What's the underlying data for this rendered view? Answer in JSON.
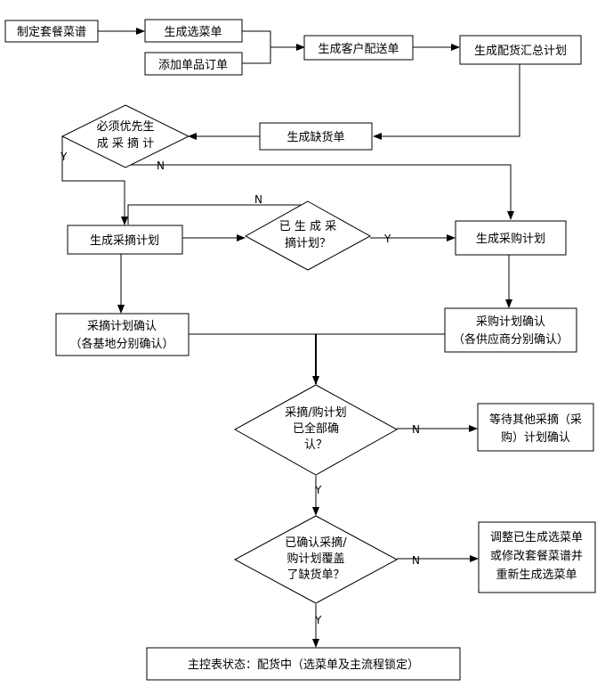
{
  "nodes": {
    "make_menu": "制定套餐菜谱",
    "gen_select": "生成选菜单",
    "add_item": "添加单品订单",
    "gen_delivery": "生成客户配送单",
    "gen_summary": "生成配货汇总计划",
    "gen_shortage": "生成缺货单",
    "must_pick": [
      "必须优先生",
      "成 采 摘 计"
    ],
    "gen_pick": "生成采摘计划",
    "has_pick": [
      "已 生 成 采",
      "摘计划？"
    ],
    "gen_purchase": "生成采购计划",
    "pick_confirm": [
      "采摘计划确认",
      "（各基地分别确认）"
    ],
    "purchase_confirm": [
      "采购计划确认",
      "（各供应商分别确认）"
    ],
    "all_confirmed": [
      "采摘/购计划",
      "已全部确",
      "认？"
    ],
    "wait_other": [
      "等待其他采摘（采",
      "购）计划确认"
    ],
    "covers_shortage": [
      "已确认采摘/",
      "购计划覆盖",
      "了缺货单？"
    ],
    "adjust": [
      "调整已生成选菜单",
      "或修改套餐菜谱并",
      "重新生成选菜单"
    ],
    "status": "主控表状态：配货中（选菜单及主流程锁定）"
  },
  "labels": {
    "y": "Y",
    "n": "N"
  }
}
